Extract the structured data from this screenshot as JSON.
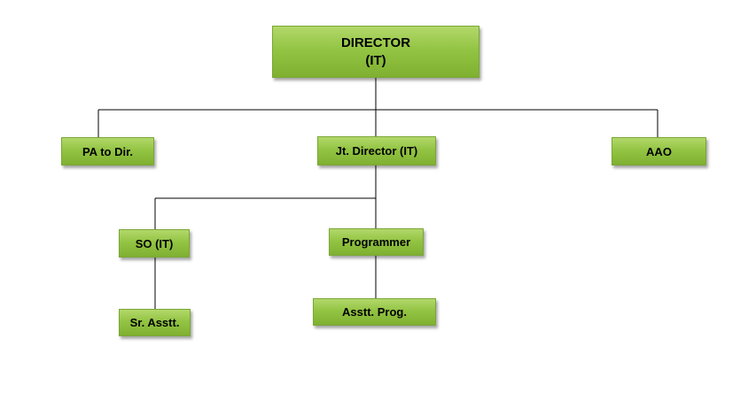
{
  "org_chart": {
    "director": {
      "line1": "DIRECTOR",
      "line2": "(IT)"
    },
    "pa_to_director": "PA to Dir.",
    "joint_director": "Jt. Director (IT)",
    "aao": "AAO",
    "so_it": "SO (IT)",
    "programmer": "Programmer",
    "sr_asstt": "Sr. Asstt.",
    "asstt_prog": "Asstt. Prog."
  },
  "colors": {
    "box_fill": "#93c443",
    "box_border": "#7aa736",
    "connector": "#000000",
    "background": "#ffffff"
  }
}
